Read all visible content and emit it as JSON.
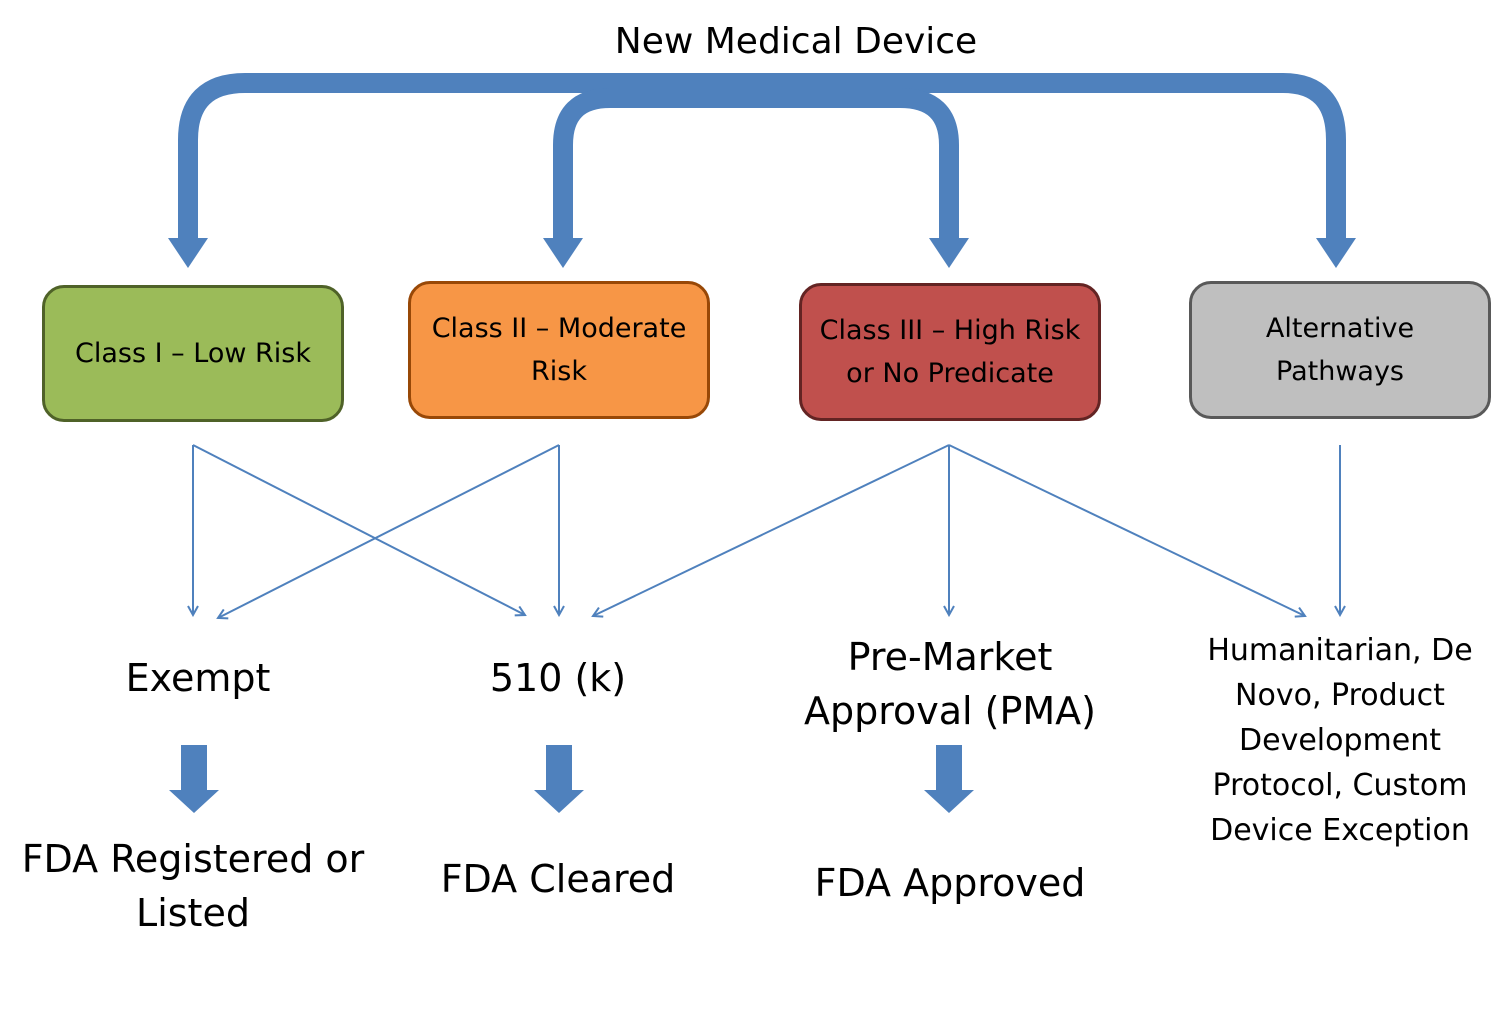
{
  "title": "New Medical Device",
  "classes": [
    {
      "label": "Class I – Low Risk",
      "color": "#9bbb59"
    },
    {
      "label": "Class II – Moderate Risk",
      "color": "#f79646"
    },
    {
      "label": "Class III – High Risk or No Predicate",
      "color": "#c0504d"
    },
    {
      "label": "Alternative Pathways",
      "color": "#bfbfbf"
    }
  ],
  "pathways": {
    "exempt": "Exempt",
    "k510": "510 (k)",
    "pma": "Pre-Market Approval (PMA)",
    "alternative": "Humanitarian, De Novo, Product Development Protocol, Custom Device Exception"
  },
  "outcomes": {
    "registered": "FDA Registered or Listed",
    "cleared": "FDA Cleared",
    "approved": "FDA Approved"
  },
  "colors": {
    "arrow": "#4f81bd"
  }
}
